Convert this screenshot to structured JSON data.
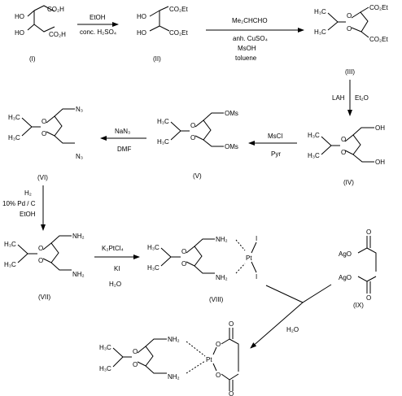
{
  "compounds": {
    "I": {
      "label": "(I)",
      "atoms": {
        "ho1": "HO",
        "ho2": "HO",
        "co2h_1": "CO₂H",
        "co2h_2": "CO₂H"
      }
    },
    "II": {
      "label": "(II)",
      "atoms": {
        "ho1": "HO",
        "ho2": "HO",
        "co2et_1": "CO₂Et",
        "co2et_2": "CO₂Et"
      }
    },
    "III": {
      "label": "(III)",
      "atoms": {
        "h3c": "H₃C",
        "ch3": "H₃C",
        "o1": "O",
        "o2": "O",
        "co2et_1": "CO₂Et",
        "co2et_2": "CO₂Et"
      }
    },
    "IV": {
      "label": "(IV)",
      "atoms": {
        "h3c": "H₃C",
        "ch3": "H₃C",
        "o1": "O",
        "o2": "O",
        "oh1": "OH",
        "oh2": "OH"
      }
    },
    "V": {
      "label": "(V)",
      "atoms": {
        "h3c": "H₃C",
        "ch3": "H₃C",
        "o1": "O",
        "o2": "O",
        "oms1": "OMs",
        "oms2": "OMs"
      }
    },
    "VI": {
      "label": "(VI)",
      "atoms": {
        "h3c": "H₃C",
        "ch3": "H₃C",
        "o1": "O",
        "o2": "O",
        "n3_1": "N₃",
        "n3_2": "N₃"
      }
    },
    "VII": {
      "label": "(VII)",
      "atoms": {
        "h3c": "H₃C",
        "ch3": "H₃C",
        "o1": "O",
        "o2": "O",
        "nh2_1": "NH₂",
        "nh2_2": "NH₂"
      }
    },
    "VIII": {
      "label": "(VIII)",
      "atoms": {
        "h3c": "H₃C",
        "ch3": "H₃C",
        "o1": "O",
        "o2": "O",
        "nh2_1": "NH₂",
        "nh2_2": "NH₂",
        "pt": "Pt",
        "i1": "I",
        "i2": "I"
      }
    },
    "IX": {
      "label": "(IX)",
      "atoms": {
        "ago1": "AgO",
        "ago2": "AgO",
        "o1": "O",
        "o2": "O"
      }
    },
    "product": {
      "atoms": {
        "h3c": "H₃C",
        "ch3": "H₃C",
        "o1": "O",
        "o2": "O",
        "nh2_1": "NH₂",
        "nh2_2": "NH₂",
        "pt": "Pt",
        "o3": "O",
        "o4": "O",
        "o5": "O",
        "o6": "O"
      }
    }
  },
  "conditions": {
    "step1": [
      "EtOH",
      "conc. H₂SO₄"
    ],
    "step2": [
      "Me₂CHCHO",
      "anh. CuSO₄",
      "MsOH",
      "toluene"
    ],
    "step3": [
      "LAH",
      "Et₂O"
    ],
    "step4": [
      "MsCl",
      "Pyr"
    ],
    "step5": [
      "NaN₃",
      "DMF"
    ],
    "step6": [
      "H₂",
      "10% Pd / C",
      "EtOH"
    ],
    "step7": [
      "K₂PtCl₄",
      "KI",
      "H₂O"
    ],
    "step8": [
      "H₂O"
    ]
  }
}
